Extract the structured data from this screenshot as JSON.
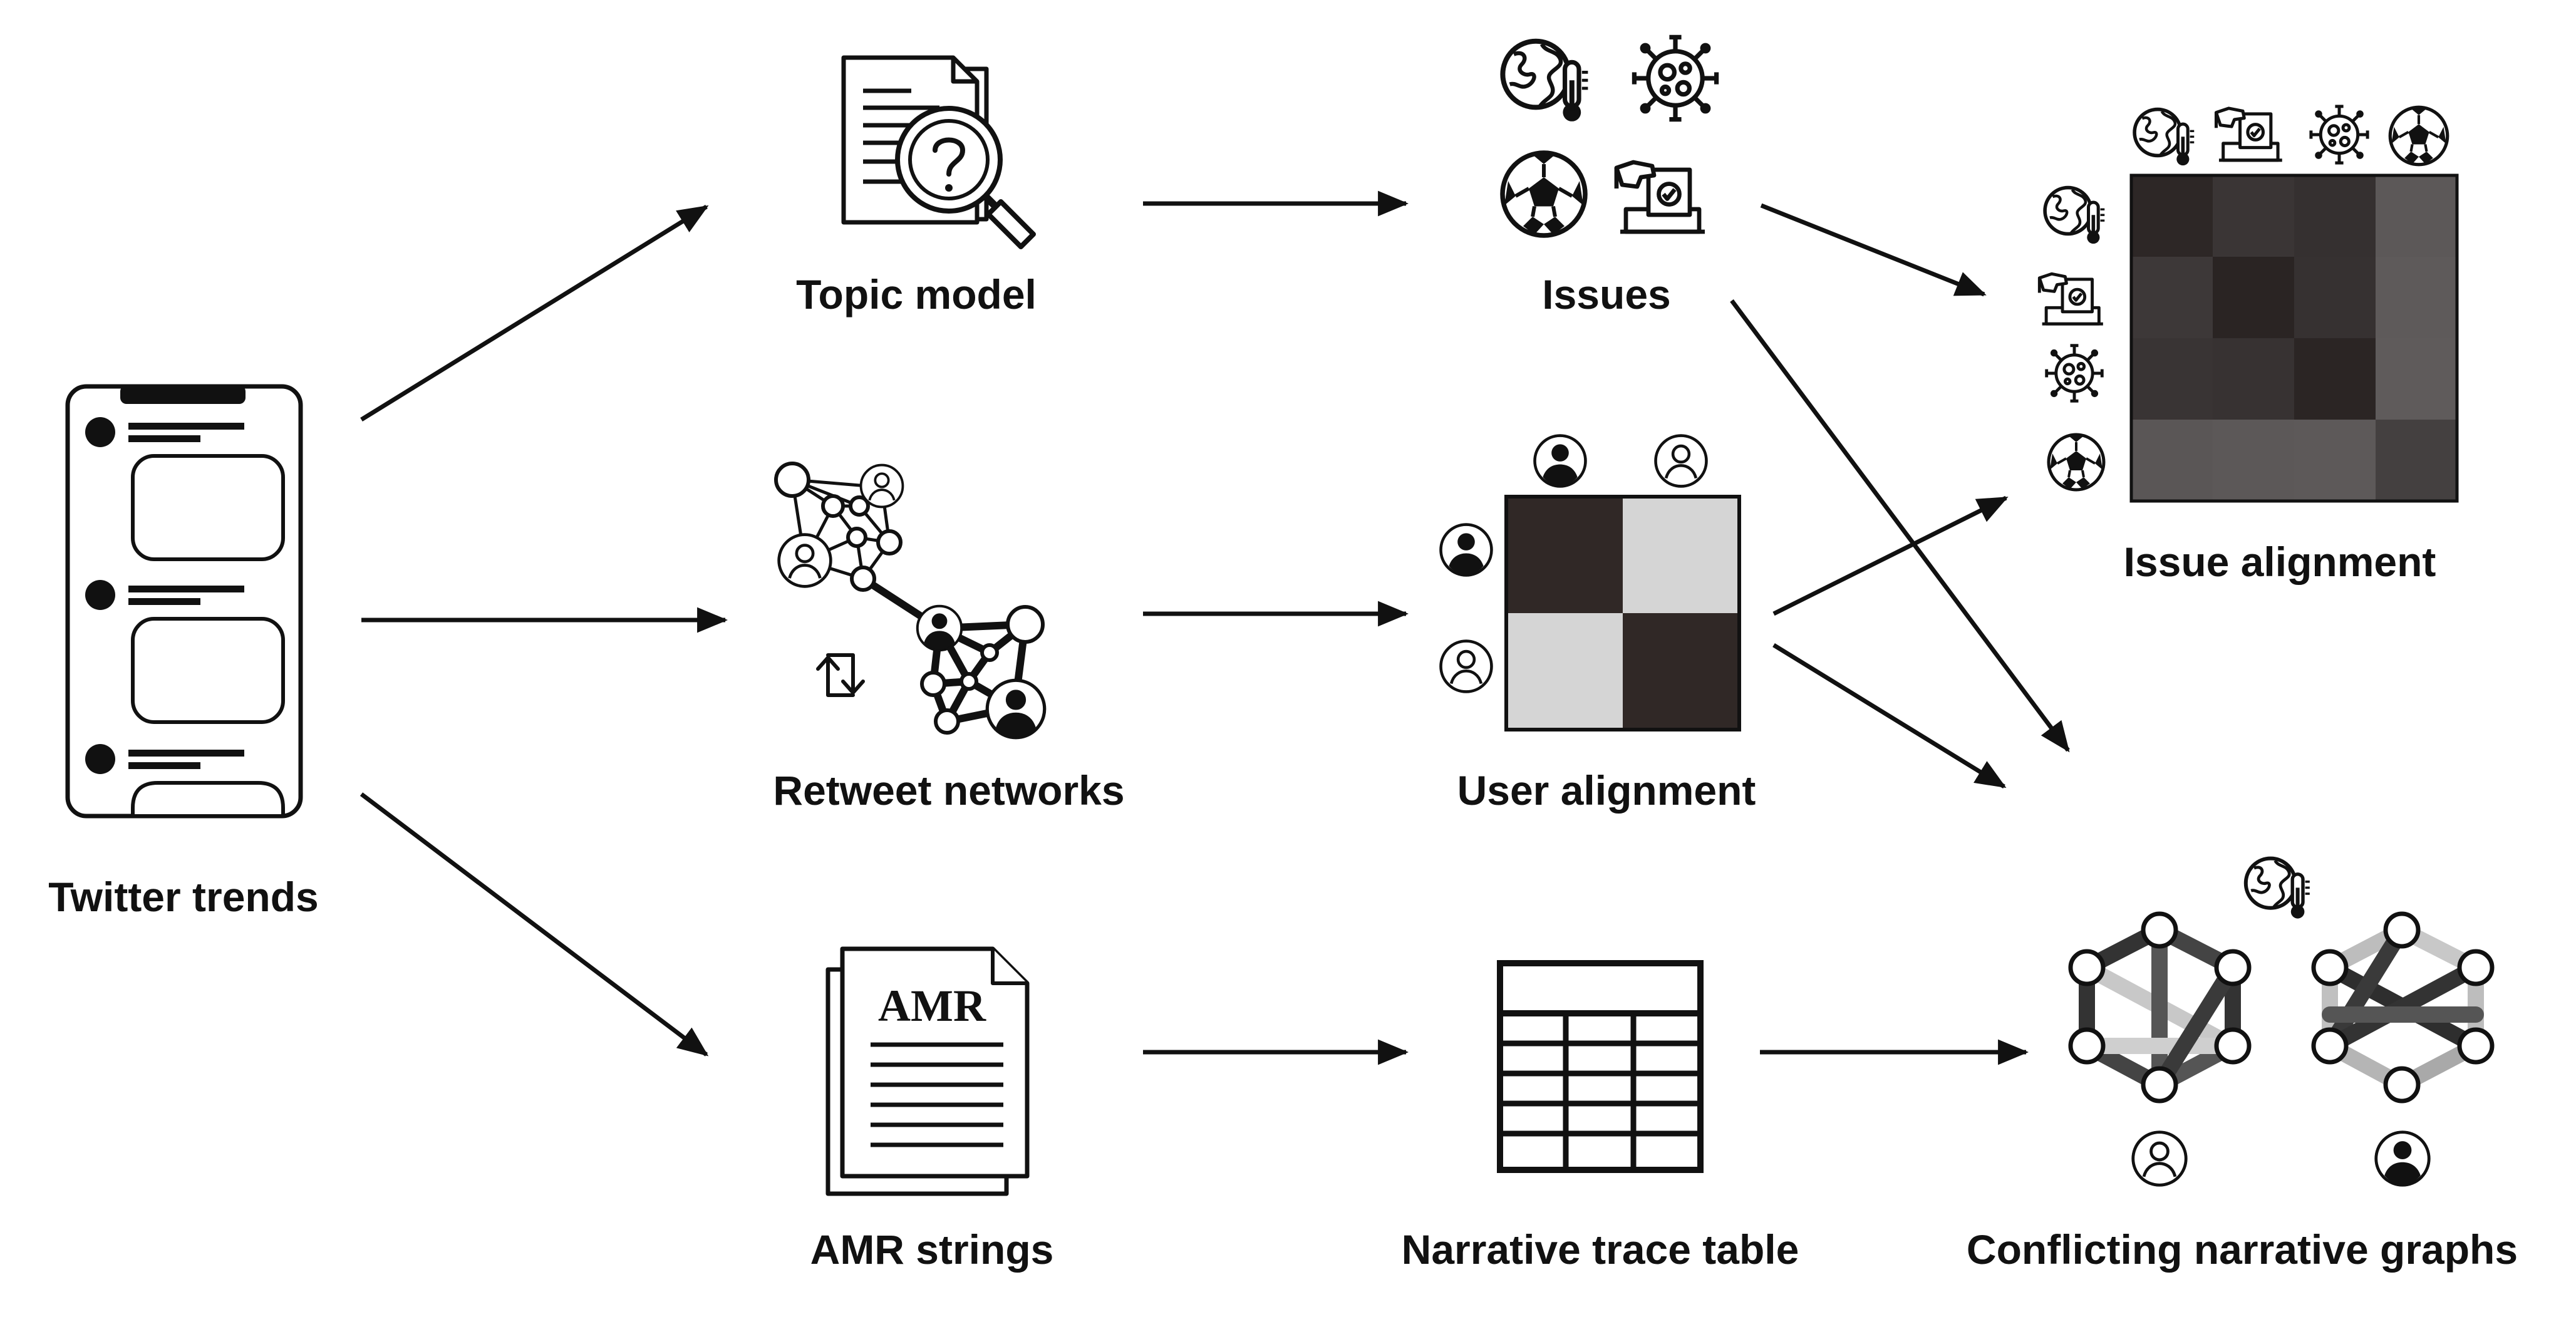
{
  "labels": {
    "twitter_trends": "Twitter trends",
    "topic_model": "Topic model",
    "retweet_networks": "Retweet networks",
    "amr_strings": "AMR strings",
    "issues": "Issues",
    "user_alignment": "User alignment",
    "narrative_trace_table": "Narrative trace table",
    "issue_alignment": "Issue alignment",
    "conflicting_narrative_graphs": "Conflicting narrative graphs"
  },
  "amr_document_text": "AMR",
  "icons": {
    "climate": "globe-thermometer-icon",
    "covid": "virus-icon",
    "sports": "soccer-ball-icon",
    "election": "ballot-box-icon",
    "user_light": "user-outline-icon",
    "user_dark": "user-filled-icon",
    "retweet": "retweet-icon"
  },
  "colors": {
    "ink": "#111111",
    "cell_dark": "#2e2929",
    "cell_light": "#d5d5d5"
  },
  "user_alignment_matrix": {
    "rows": [
      "user-filled",
      "user-outline"
    ],
    "cols": [
      "user-filled",
      "user-outline"
    ],
    "shades": [
      [
        "#302826",
        "#d5d5d5"
      ],
      [
        "#d5d5d5",
        "#302826"
      ]
    ]
  },
  "issue_alignment_matrix": {
    "rows": [
      "climate",
      "election",
      "covid",
      "sports"
    ],
    "cols": [
      "climate",
      "election",
      "covid",
      "sports"
    ],
    "shades": [
      [
        "#2d2726",
        "#3a3535",
        "#353030",
        "#5c5858"
      ],
      [
        "#3d3838",
        "#2a2423",
        "#363131",
        "#5e5a5a"
      ],
      [
        "#393434",
        "#373232",
        "#2b2524",
        "#5f5b5b"
      ],
      [
        "#5a5656",
        "#5c5858",
        "#5d5959",
        "#444040"
      ]
    ]
  }
}
